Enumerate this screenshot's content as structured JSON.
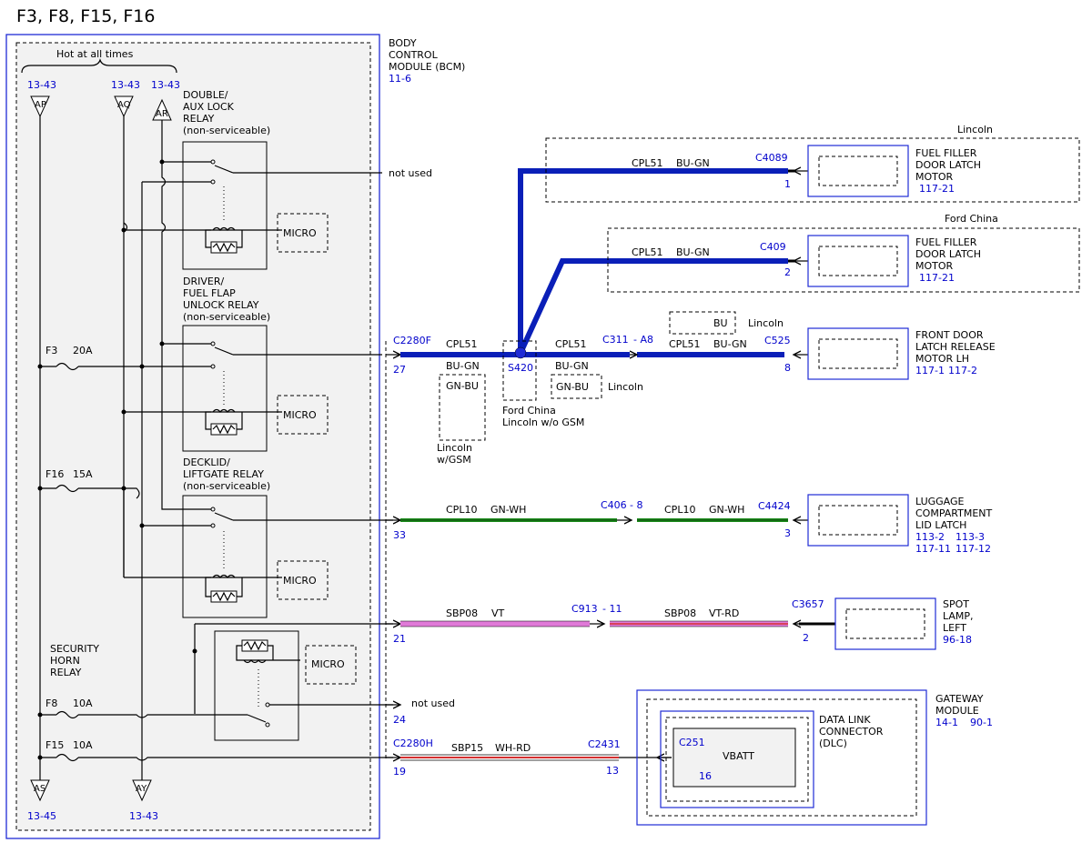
{
  "title": "F3, F8, F15, F16",
  "bcm": {
    "name": [
      "BODY",
      "CONTROL",
      "MODULE (BCM)"
    ],
    "ref": "11-6",
    "hot_label": "Hot at all times",
    "connector_f": "C2280F",
    "connector_h": "C2280H"
  },
  "terminals": {
    "ap": {
      "label": "AP",
      "ref": "13-43"
    },
    "aq": {
      "label": "AQ",
      "ref": "13-43"
    },
    "ar": {
      "label": "AR",
      "ref": "13-43"
    },
    "as": {
      "label": "AS",
      "ref": "13-45"
    },
    "ay": {
      "label": "AY",
      "ref": "13-43"
    }
  },
  "relays": {
    "double": [
      "DOUBLE/",
      "AUX LOCK",
      "RELAY",
      "(non-serviceable)"
    ],
    "driver": [
      "DRIVER/",
      "FUEL FLAP",
      "UNLOCK RELAY",
      "(non-serviceable)"
    ],
    "decklid": [
      "DECKLID/",
      "LIFTGATE RELAY",
      "(non-serviceable)"
    ],
    "horn": [
      "SECURITY",
      "HORN",
      "RELAY"
    ],
    "micro": "MICRO"
  },
  "fuses": {
    "f3": {
      "name": "F3",
      "rating": "20A"
    },
    "f16": {
      "name": "F16",
      "rating": "15A"
    },
    "f8": {
      "name": "F8",
      "rating": "10A"
    },
    "f15": {
      "name": "F15",
      "rating": "10A"
    }
  },
  "not_used": "not used",
  "pins": {
    "p27": "27",
    "p33": "33",
    "p21": "21",
    "p24": "24",
    "p19": "19"
  },
  "circuits": {
    "cpl51": "CPL51",
    "bu_gn": "BU-GN",
    "gn_bu": "GN-BU",
    "bu": "BU",
    "cpl10": "CPL10",
    "gn_wh": "GN-WH",
    "sbp08": "SBP08",
    "vt": "VT",
    "vt_rd": "VT-RD",
    "sbp15": "SBP15",
    "wh_rd": "WH-RD"
  },
  "splice": {
    "name": "S420",
    "note1": "Ford China",
    "note2": "Lincoln w/o GSM"
  },
  "variants": {
    "lincoln": "Lincoln",
    "lincoln_gsm": [
      "Lincoln",
      "w/GSM"
    ],
    "ford_china": "Ford China"
  },
  "connectors": {
    "c4089": {
      "name": "C4089",
      "pin": "1"
    },
    "c409": {
      "name": "C409",
      "pin": "2"
    },
    "c311": "C311",
    "a8": "- A8",
    "c525": {
      "name": "C525",
      "pin": "8"
    },
    "c406": "C406",
    "c406_pin": "- 8",
    "c4424": {
      "name": "C4424",
      "pin": "3"
    },
    "c913": "C913",
    "c913_pin": "- 11",
    "c3657": {
      "name": "C3657",
      "pin": "2"
    },
    "c2431": {
      "name": "C2431",
      "pin": "13"
    },
    "c251": {
      "name": "C251",
      "pin": "16"
    }
  },
  "components": {
    "fuel_filler_1": {
      "name": [
        "FUEL FILLER",
        "DOOR LATCH",
        "MOTOR"
      ],
      "ref": "117-21"
    },
    "fuel_filler_2": {
      "name": [
        "FUEL FILLER",
        "DOOR LATCH",
        "MOTOR"
      ],
      "ref": "117-21"
    },
    "front_door": {
      "name": [
        "FRONT DOOR",
        "LATCH RELEASE",
        "MOTOR LH"
      ],
      "ref1": "117-1",
      "ref2": "117-2"
    },
    "luggage": {
      "name": [
        "LUGGAGE",
        "COMPARTMENT",
        "LID LATCH"
      ],
      "ref1": "113-2",
      "ref2": "113-3",
      "ref3": "117-11",
      "ref4": "117-12"
    },
    "spot_lamp": {
      "name": [
        "SPOT",
        "LAMP,",
        "LEFT"
      ],
      "ref": "96-18"
    },
    "gateway": {
      "name": [
        "GATEWAY",
        "MODULE"
      ],
      "ref1": "14-1",
      "ref2": "90-1"
    },
    "dlc": {
      "name": [
        "DATA LINK",
        "CONNECTOR",
        "(DLC)"
      ],
      "vbatt": "VBATT"
    }
  },
  "colors": {
    "blue_wire": "#0a1fb8",
    "green_wire": "#1a8a1a",
    "violet_wire": "#e07ad8",
    "red_stripe": "#d43030",
    "label_blue": "#0000cc",
    "module_fill": "#f2f2f2"
  }
}
